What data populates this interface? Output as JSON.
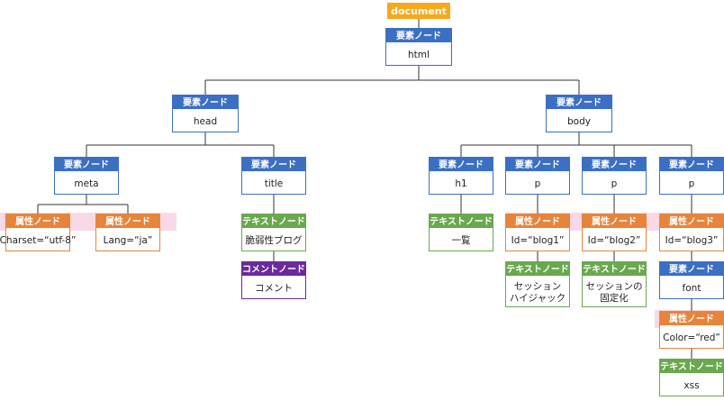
{
  "colors": {
    "document": "#f7a81b",
    "element": "#3b6fc4",
    "attribute": "#e8843a",
    "text": "#6aa84f",
    "comment": "#6a2a9c",
    "connector": "#333333",
    "highlight": "#f9d9e6"
  },
  "root": {
    "label": "document"
  },
  "nodes": [
    {
      "id": "html",
      "kind": "element",
      "header": "要素ノード",
      "lines": [
        "html"
      ]
    },
    {
      "id": "head",
      "kind": "element",
      "header": "要素ノード",
      "lines": [
        "head"
      ]
    },
    {
      "id": "body",
      "kind": "element",
      "header": "要素ノード",
      "lines": [
        "body"
      ]
    },
    {
      "id": "meta",
      "kind": "element",
      "header": "要素ノード",
      "lines": [
        "meta"
      ]
    },
    {
      "id": "title",
      "kind": "element",
      "header": "要素ノード",
      "lines": [
        "title"
      ]
    },
    {
      "id": "charset",
      "kind": "attribute",
      "header": "属性ノード",
      "lines": [
        "Charset=“utf-8”"
      ]
    },
    {
      "id": "lang",
      "kind": "attribute",
      "header": "属性ノード",
      "lines": [
        "Lang=“ja”"
      ]
    },
    {
      "id": "title-text",
      "kind": "text",
      "header": "テキストノード",
      "lines": [
        "脆弱性ブログ"
      ]
    },
    {
      "id": "comment",
      "kind": "comment",
      "header": "コメントノード",
      "lines": [
        "コメント"
      ]
    },
    {
      "id": "h1",
      "kind": "element",
      "header": "要素ノード",
      "lines": [
        "h1"
      ]
    },
    {
      "id": "p1",
      "kind": "element",
      "header": "要素ノード",
      "lines": [
        "p"
      ]
    },
    {
      "id": "p2",
      "kind": "element",
      "header": "要素ノード",
      "lines": [
        "p"
      ]
    },
    {
      "id": "p3",
      "kind": "element",
      "header": "要素ノード",
      "lines": [
        "p"
      ]
    },
    {
      "id": "h1-text",
      "kind": "text",
      "header": "テキストノード",
      "lines": [
        "一覧"
      ]
    },
    {
      "id": "id-blog1",
      "kind": "attribute",
      "header": "属性ノード",
      "lines": [
        "Id=“blog1”"
      ]
    },
    {
      "id": "id-blog2",
      "kind": "attribute",
      "header": "属性ノード",
      "lines": [
        "Id=“blog2”"
      ]
    },
    {
      "id": "id-blog3",
      "kind": "attribute",
      "header": "属性ノード",
      "lines": [
        "Id=“blog3”"
      ]
    },
    {
      "id": "p1-text",
      "kind": "text",
      "header": "テキストノード",
      "lines": [
        "セッション",
        "ハイジャック"
      ]
    },
    {
      "id": "p2-text",
      "kind": "text",
      "header": "テキストノード",
      "lines": [
        "セッションの",
        "固定化"
      ]
    },
    {
      "id": "font",
      "kind": "element",
      "header": "要素ノード",
      "lines": [
        "font"
      ]
    },
    {
      "id": "color-red",
      "kind": "attribute",
      "header": "属性ノード",
      "lines": [
        "Color=“red”"
      ]
    },
    {
      "id": "xss-text",
      "kind": "text",
      "header": "テキストノード",
      "lines": [
        "xss"
      ]
    }
  ],
  "edges": [
    [
      "html",
      "head"
    ],
    [
      "html",
      "body"
    ],
    [
      "head",
      "meta"
    ],
    [
      "head",
      "title"
    ],
    [
      "meta",
      "charset"
    ],
    [
      "meta",
      "lang"
    ],
    [
      "title",
      "title-text"
    ],
    [
      "title-text",
      "comment"
    ],
    [
      "body",
      "h1"
    ],
    [
      "body",
      "p1"
    ],
    [
      "body",
      "p2"
    ],
    [
      "body",
      "p3"
    ],
    [
      "h1",
      "h1-text"
    ],
    [
      "p1",
      "id-blog1"
    ],
    [
      "id-blog1",
      "p1-text"
    ],
    [
      "p2",
      "id-blog2"
    ],
    [
      "id-blog2",
      "p2-text"
    ],
    [
      "p3",
      "id-blog3"
    ],
    [
      "id-blog3",
      "font"
    ],
    [
      "font",
      "color-red"
    ],
    [
      "color-red",
      "xss-text"
    ]
  ]
}
